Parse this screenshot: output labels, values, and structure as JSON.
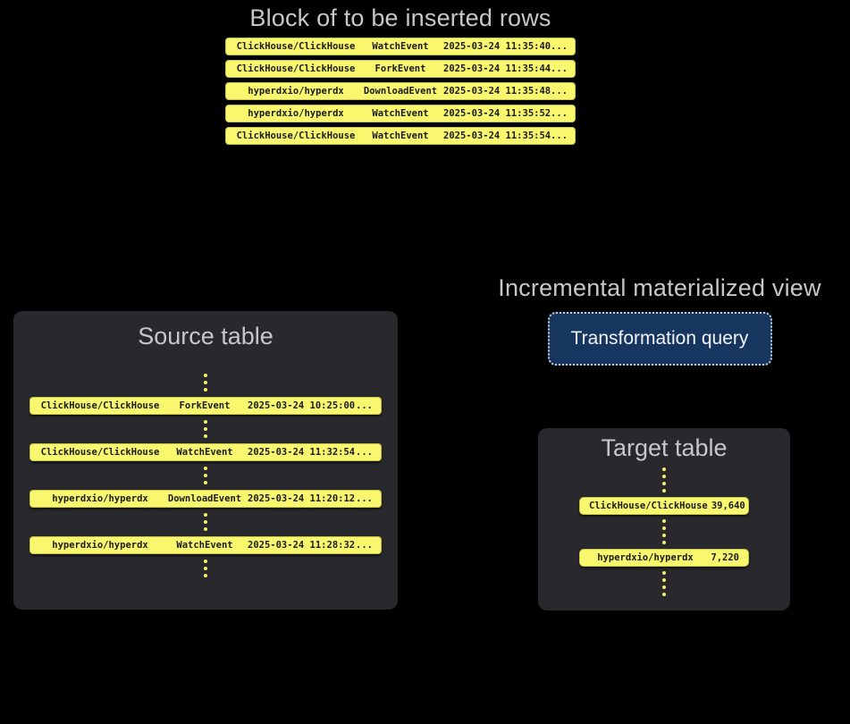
{
  "colors": {
    "background": "#000000",
    "panel": "#29292d",
    "row-yellow": "#f8f76d",
    "row-text": "#1b1b1b",
    "title-text": "#c6c7ca",
    "button-bg": "#17365f",
    "button-border": "#c9cfd8",
    "button-text": "#f0f3f8",
    "dot-yellow": "#f2ef6a"
  },
  "insert_block": {
    "title": "Block of to be inserted rows",
    "rows": [
      {
        "repo": "ClickHouse/ClickHouse",
        "event": "WatchEvent",
        "timestamp": "2025-03-24 11:35:40",
        "more": "..."
      },
      {
        "repo": "ClickHouse/ClickHouse",
        "event": "ForkEvent",
        "timestamp": "2025-03-24 11:35:44",
        "more": "..."
      },
      {
        "repo": "hyperdxio/hyperdx",
        "event": "DownloadEvent",
        "timestamp": "2025-03-24 11:35:48",
        "more": "..."
      },
      {
        "repo": "hyperdxio/hyperdx",
        "event": "WatchEvent",
        "timestamp": "2025-03-24 11:35:52",
        "more": "..."
      },
      {
        "repo": "ClickHouse/ClickHouse",
        "event": "WatchEvent",
        "timestamp": "2025-03-24 11:35:54",
        "more": "..."
      }
    ]
  },
  "materialized_view": {
    "title": "Incremental materialized view",
    "button_label": "Transformation query"
  },
  "source_table": {
    "title": "Source table",
    "rows": [
      {
        "repo": "ClickHouse/ClickHouse",
        "event": "ForkEvent",
        "timestamp": "2025-03-24 10:25:00",
        "more": "..."
      },
      {
        "repo": "ClickHouse/ClickHouse",
        "event": "WatchEvent",
        "timestamp": "2025-03-24 11:32:54",
        "more": "..."
      },
      {
        "repo": "hyperdxio/hyperdx",
        "event": "DownloadEvent",
        "timestamp": "2025-03-24 11:20:12",
        "more": "..."
      },
      {
        "repo": "hyperdxio/hyperdx",
        "event": "WatchEvent",
        "timestamp": "2025-03-24 11:28:32",
        "more": "..."
      }
    ]
  },
  "target_table": {
    "title": "Target table",
    "rows": [
      {
        "repo": "ClickHouse/ClickHouse",
        "count": "39,640"
      },
      {
        "repo": "hyperdxio/hyperdx",
        "count": "7,220"
      }
    ]
  }
}
